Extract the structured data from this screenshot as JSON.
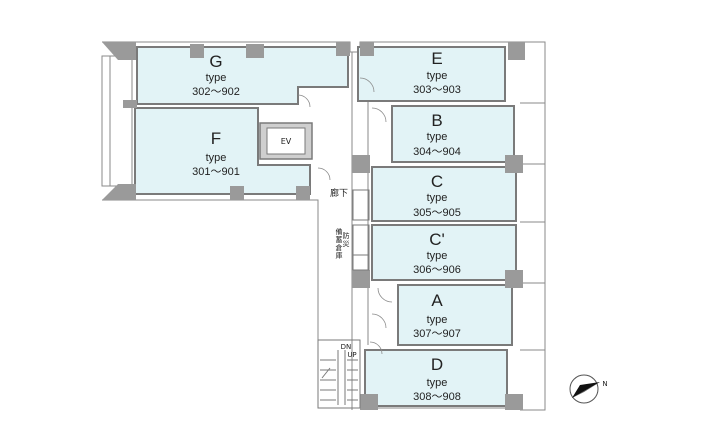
{
  "plan": {
    "units": [
      {
        "id": "G",
        "letter": "G",
        "type_label": "type",
        "range": "302～902"
      },
      {
        "id": "F",
        "letter": "F",
        "type_label": "type",
        "range": "301～901"
      },
      {
        "id": "E",
        "letter": "E",
        "type_label": "type",
        "range": "303～903"
      },
      {
        "id": "B",
        "letter": "B",
        "type_label": "type",
        "range": "304～904"
      },
      {
        "id": "C",
        "letter": "C",
        "type_label": "type",
        "range": "305～905"
      },
      {
        "id": "C2",
        "letter": "C'",
        "type_label": "type",
        "range": "306～906"
      },
      {
        "id": "A",
        "letter": "A",
        "type_label": "type",
        "range": "307～907"
      },
      {
        "id": "D",
        "letter": "D",
        "type_label": "type",
        "range": "308～908"
      }
    ],
    "labels": {
      "elevator": "EV",
      "corridor": "廊下",
      "storage_line1": "備",
      "storage_line2": "蓄",
      "storage_line3": "倉",
      "storage_line4": "庫",
      "storage_b1": "防",
      "storage_b2": "災",
      "stairs_down": "DN",
      "stairs_up": "UP",
      "north": "N"
    },
    "colors": {
      "room_fill": "#e2f3f6",
      "wall": "#7a7a7a",
      "column": "#9a9a9a"
    }
  }
}
